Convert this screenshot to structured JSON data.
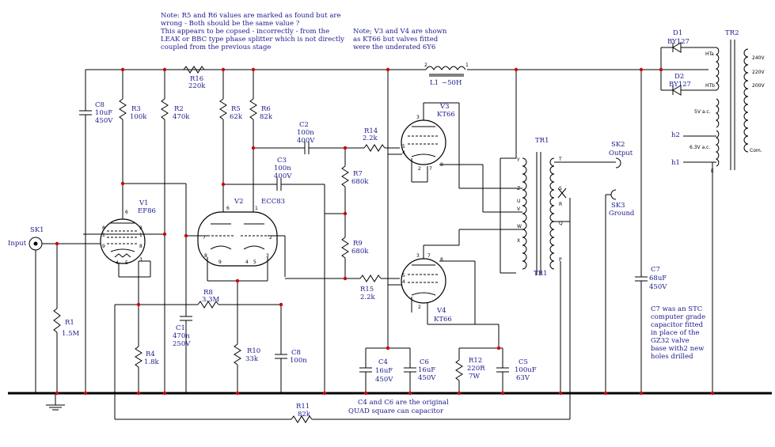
{
  "notes": {
    "top_left": [
      "Note: R5 and R6 values are marked as found but are",
      "wrong - Both should be the same value ?",
      "This appears to be copsed - incorrectly - from the",
      "LEAK or BBC type phase splitter which is not directly",
      "coupled from the previous stage"
    ],
    "top_mid": [
      "Note; V3 and V4 are shown",
      "as KT66  but valves fitted",
      "were the underated 6Y6"
    ],
    "c7_note": [
      "C7 was an STC",
      "computer grade",
      "capacitor fitted",
      "in place of the",
      "GZ32     valve",
      "base with2 new",
      "holes drilled"
    ],
    "bottom": [
      "C4 and C6 are the original",
      "QUAD square can capacitor"
    ]
  },
  "components": {
    "sk1": {
      "ref": "SK1",
      "label": "Input"
    },
    "r1": {
      "ref": "R1",
      "value": "1.5M"
    },
    "c8a": {
      "ref": "C8",
      "value": "10uF",
      "v": "450V"
    },
    "r3": {
      "ref": "R3",
      "value": "100k"
    },
    "r2": {
      "ref": "R2",
      "value": "470k"
    },
    "r16": {
      "ref": "R16",
      "value": "220k"
    },
    "r5": {
      "ref": "R5",
      "value": "62k"
    },
    "r6": {
      "ref": "R6",
      "value": "82k"
    },
    "v1": {
      "ref": "V1",
      "type": "EF86"
    },
    "v2": {
      "ref": "V2",
      "type": "ECC83"
    },
    "c2": {
      "ref": "C2",
      "value": "100n",
      "v": "400V"
    },
    "c3": {
      "ref": "C3",
      "value": "100n",
      "v": "400V"
    },
    "r14": {
      "ref": "R14",
      "value": "2.2k"
    },
    "r15": {
      "ref": "R15",
      "value": "2.2k"
    },
    "r7": {
      "ref": "R7",
      "value": "680k"
    },
    "r9": {
      "ref": "R9",
      "value": "680k"
    },
    "r8": {
      "ref": "R8",
      "value": "3.3M"
    },
    "r4": {
      "ref": "R4",
      "value": "1.8k"
    },
    "c1": {
      "ref": "C1",
      "value": "470n",
      "v": "250V"
    },
    "r10": {
      "ref": "R10",
      "value": "33k"
    },
    "c8b": {
      "ref": "C8",
      "value": "100n"
    },
    "v3": {
      "ref": "V3",
      "type": "KT66"
    },
    "v4": {
      "ref": "V4",
      "type": "KT66"
    },
    "l1": {
      "ref": "L1",
      "value": "~50H"
    },
    "tr1": {
      "ref": "TR1"
    },
    "tr2": {
      "ref": "TR2"
    },
    "d1": {
      "ref": "D1",
      "type": "BY127"
    },
    "d2": {
      "ref": "D2",
      "type": "BY127"
    },
    "sk2": {
      "ref": "SK2",
      "label": "Output"
    },
    "sk3": {
      "ref": "SK3",
      "label": "Ground"
    },
    "c4": {
      "ref": "C4",
      "value": "16uF",
      "v": "450V"
    },
    "c6": {
      "ref": "C6",
      "value": "16uF",
      "v": "450V"
    },
    "r12": {
      "ref": "R12",
      "value": "220R",
      "v": "7W"
    },
    "c5": {
      "ref": "C5",
      "value": "100uF",
      "v": "63V"
    },
    "c7": {
      "ref": "C7",
      "value": "68uF",
      "v": "450V"
    },
    "r11": {
      "ref": "R11",
      "value": "82k"
    }
  },
  "pins": {
    "l1_1": "1",
    "l1_2": "2",
    "tr1": [
      "Y",
      "Z",
      "U",
      "V",
      "W",
      "X",
      "T",
      "S",
      "R",
      "Q",
      "P"
    ],
    "tr2": [
      "HTa",
      "HTb",
      "h2",
      "h1",
      "E",
      "240V",
      "220V",
      "200V",
      "Com."
    ],
    "tr2_5v": "5V a.c.",
    "tr2_63v": "6.3V a.c.",
    "tube": [
      "1",
      "2",
      "3",
      "4",
      "5",
      "6",
      "7",
      "8",
      "9"
    ]
  }
}
